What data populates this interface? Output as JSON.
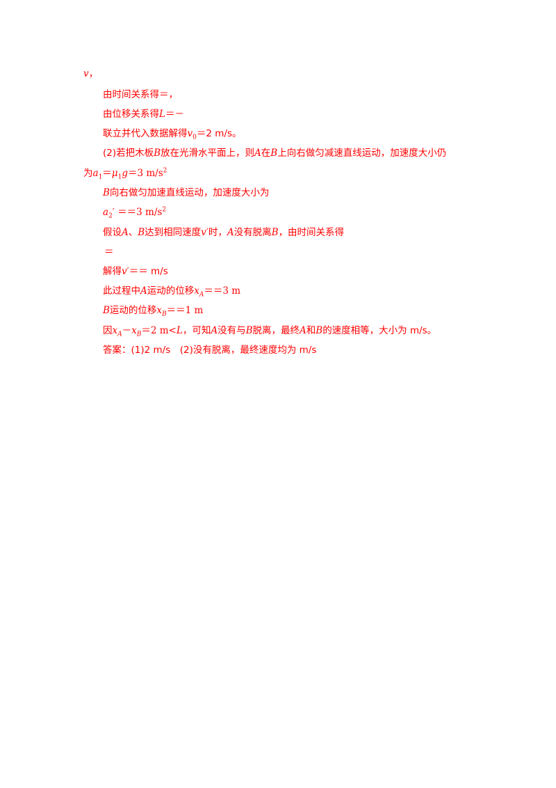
{
  "solution": {
    "l0_v": "v",
    "l0_tail": "，",
    "l1": "由时间关系得＝，",
    "l2_a": "由位移关系得",
    "l2_L": "L",
    "l2_b": "＝－",
    "l3_a": "联立并代入数据解得",
    "l3_v": "v",
    "l3_sub": "0",
    "l3_b": "＝2  m/s。",
    "l4_a": "(2)若把木板",
    "l4_B1": "B",
    "l4_b": "放在光滑水平面上，则",
    "l4_A": "A",
    "l4_c": "在",
    "l4_B2": "B",
    "l4_d": "上向右做匀减速直线运动，加速度大小仍",
    "l5_a": "为",
    "l5_a1": "a",
    "l5_a1sub": "1",
    "l5_eq": "＝",
    "l5_mu": "μ",
    "l5_musub": "1",
    "l5_g": "g",
    "l5_val": "＝3 m/s",
    "l5_sup": "2",
    "l6_B": "B",
    "l6_text": "向右做匀加速直线运动，加速度大小为",
    "l7_a": "a",
    "l7_sub": "2",
    "l7_prime": "′",
    "l7_val": " ＝＝3 m/s",
    "l7_sup": "2",
    "l8_a": "假设",
    "l8_A": "A",
    "l8_b": "、",
    "l8_B": "B",
    "l8_c": "达到相同速度",
    "l8_v": "v",
    "l8_d": "′时，",
    "l8_A2": "A",
    "l8_e": "没有脱离",
    "l8_B2": "B",
    "l8_f": "，由时间关系得",
    "l9": "＝",
    "l10_a": "解得",
    "l10_v": "v",
    "l10_b": "′＝＝  m/s",
    "l11_a": "此过程中",
    "l11_A": "A",
    "l11_b": "运动的位移",
    "l11_x": "x",
    "l11_sub": "A",
    "l11_c": "＝＝3 m",
    "l12_B": "B",
    "l12_a": "运动的位移",
    "l12_x": "x",
    "l12_sub": "B",
    "l12_c": "＝＝1 m",
    "l13_a": "因",
    "l13_x1": "x",
    "l13_s1": "A",
    "l13_b": "－",
    "l13_x2": "x",
    "l13_s2": "B",
    "l13_c": "＝2 m<",
    "l13_L": "L",
    "l13_d": "，可知",
    "l13_A": "A",
    "l13_e": "没有与",
    "l13_B": "B",
    "l13_f": "脱离，最终",
    "l13_A2": "A",
    "l13_g": "和",
    "l13_B2": "B",
    "l13_h": "的速度相等，大小为  m/s。",
    "l14": "答案：(1)2  m/s　(2)没有脱离，最终速度均为  m/s"
  }
}
